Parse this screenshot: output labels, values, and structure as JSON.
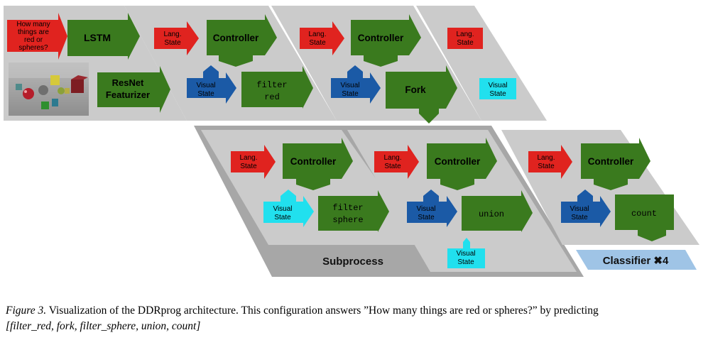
{
  "question": [
    "How many",
    "things are",
    "red or",
    "spheres?"
  ],
  "blocks": {
    "lstm": "LSTM",
    "resnet": [
      "ResNet",
      "Featurizer"
    ],
    "controller": "Controller",
    "lang_state": [
      "Lang.",
      "State"
    ],
    "visual_state": [
      "Visual",
      "State"
    ],
    "filter_red": [
      "filter",
      "red"
    ],
    "fork": "Fork",
    "filter_sphere": [
      "filter",
      "sphere"
    ],
    "union": "union",
    "count": "count"
  },
  "labels": {
    "subprocess": "Subprocess",
    "classifier": "Classifier ✖4"
  },
  "caption": {
    "lead": "Figure 3.",
    "text": " Visualization of the DDRprog architecture. This configuration answers ”How many things are red or spheres?” by predicting",
    "program": "[filter_red, fork, filter_sphere, union, count]"
  },
  "colors": {
    "panel": "#cbcbcb",
    "subprocess_panel": "#a7a7a7",
    "green": "#3a7a1e",
    "red": "#e0231f",
    "blue": "#1b5aa6",
    "cyan": "#21e0ee",
    "classifier": "#9fc4e6"
  }
}
